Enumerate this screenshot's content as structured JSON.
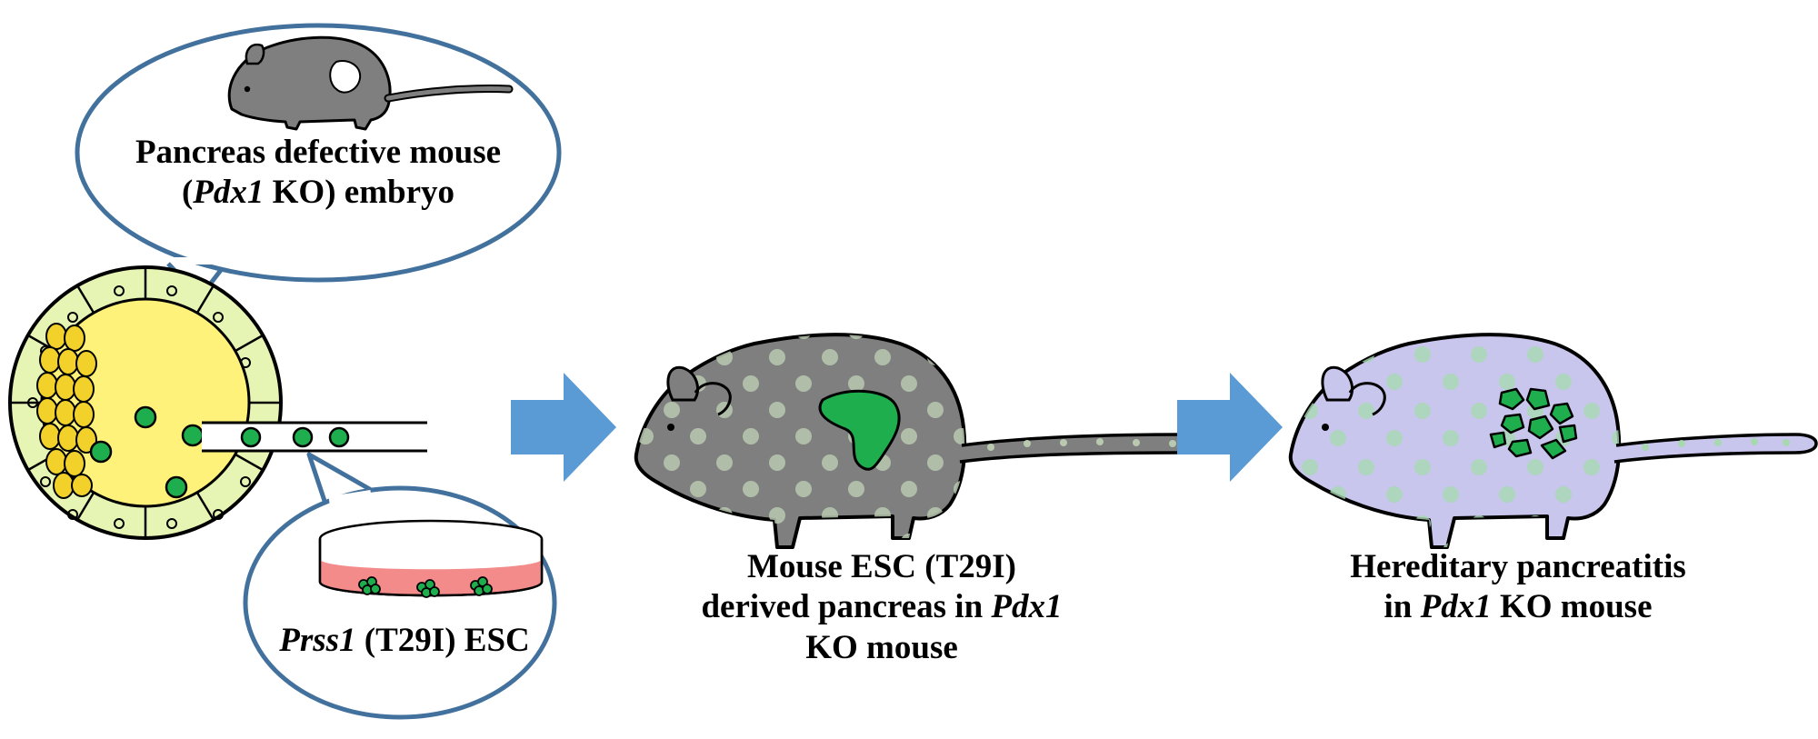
{
  "bubble_top": {
    "line1": "Pancreas defective mouse",
    "line2_open": "(",
    "line2_italic": "Pdx1",
    "line2_rest": " KO) embryo"
  },
  "bubble_bottom": {
    "italic": "Prss1",
    "rest": " (T29I) ESC"
  },
  "chimera": {
    "line1": "Mouse ESC (T29I)",
    "line2_text": "derived pancreas in ",
    "line2_italic": "Pdx1",
    "line3": "KO mouse"
  },
  "pancreatitis": {
    "line1": "Hereditary pancreatitis",
    "line2_text": "in ",
    "line2_italic": "Pdx1",
    "line2_rest": " KO mouse"
  },
  "colors": {
    "bubble_outline": "#41719c",
    "arrow": "#5b9bd5",
    "esc_green": "#1fae4e",
    "embryo_yellow": "#fff27a",
    "zona_green": "#e6f5b3",
    "mouse_grey": "#7f7f7f",
    "mouse_lavender": "#c9c6ee",
    "dish_medium": "#f48b8b"
  }
}
